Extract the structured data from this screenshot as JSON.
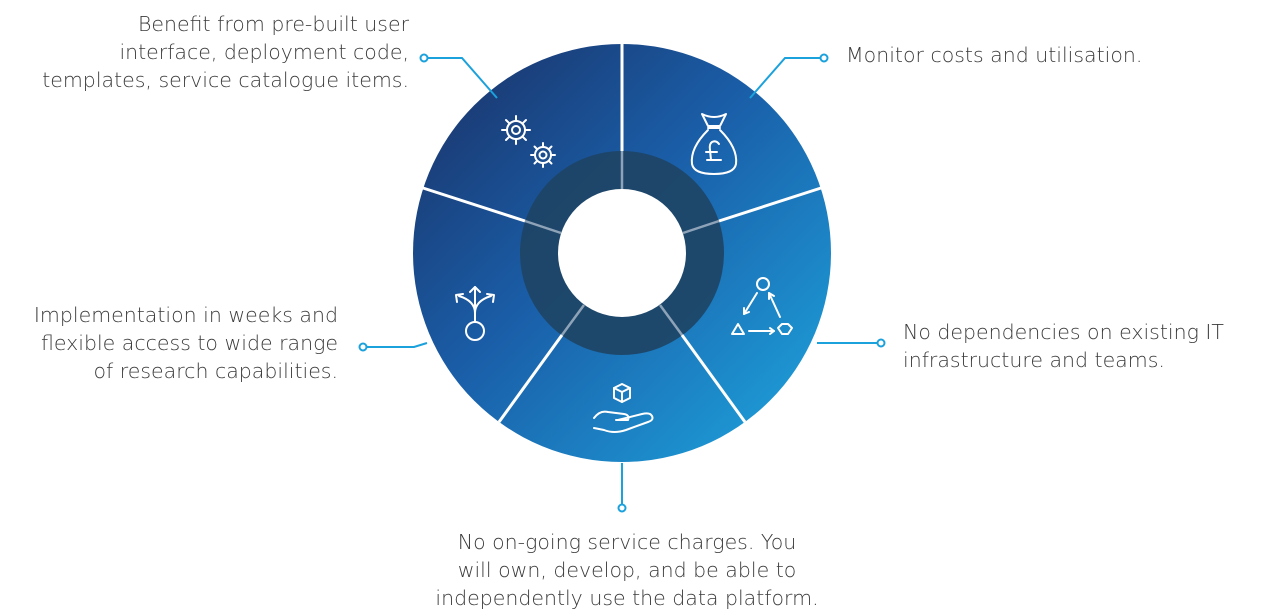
{
  "colors": {
    "ring_dark": "#1b3a6e",
    "ring_light": "#1e9bd7",
    "inner_ring": "#1d4465",
    "divider": "#8ea3b8",
    "connector": "#1ba1dc",
    "text": "#3a3a3a"
  },
  "segments": [
    {
      "id": "gears",
      "icon": "gears-icon",
      "lines": [
        "Benefit from pre-built user",
        "interface, deployment code,",
        "templates, service catalogue items."
      ]
    },
    {
      "id": "money",
      "icon": "money-bag-pound-icon",
      "lines": [
        "Monitor costs and utilisation."
      ]
    },
    {
      "id": "deps",
      "icon": "workflow-shapes-icon",
      "lines": [
        "No dependencies on existing IT",
        "infrastructure and teams."
      ]
    },
    {
      "id": "hand",
      "icon": "hand-holding-box-icon",
      "lines": [
        "No on-going service charges. You",
        "will own, develop, and be able to",
        "independently use the data platform."
      ]
    },
    {
      "id": "arrows",
      "icon": "branching-arrows-icon",
      "lines": [
        "Implementation in weeks and",
        "flexible access to wide range",
        "of research capabilities."
      ]
    }
  ]
}
